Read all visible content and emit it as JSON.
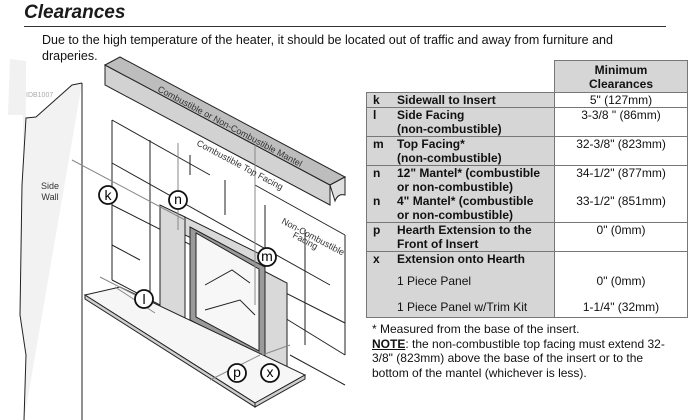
{
  "title": "Clearances",
  "intro": "Due to the high temperature of the heater, it should be located out of traffic and away from furniture and draperies.",
  "diagram": {
    "image_id_label": "IDB1007",
    "side_wall_label_line1": "Side",
    "side_wall_label_line2": "Wall",
    "mantel_label": "Combustible or Non-Combustible Mantel",
    "top_facing_label": "Combustible Top Facing",
    "noncomb_facing_line1": "Non-Combustible",
    "noncomb_facing_line2": "Facing",
    "callouts": {
      "k": "k",
      "n": "n",
      "m": "m",
      "l": "l",
      "p": "p",
      "x": "x"
    }
  },
  "table": {
    "header_line1": "Minimum",
    "header_line2": "Clearances",
    "rows": [
      {
        "letter": "k",
        "label": [
          "Sidewall to Insert"
        ],
        "value": [
          "5\" (127mm)"
        ]
      },
      {
        "letter": "l",
        "label": [
          "Side Facing",
          "(non-combustible)"
        ],
        "value": [
          "3-3/8 \" (86mm)"
        ]
      },
      {
        "letter": "m",
        "label": [
          "Top Facing*",
          "(non-combustible)"
        ],
        "value": [
          "32-3/8\" (823mm)"
        ]
      },
      {
        "letter": "n",
        "label": [
          "12\" Mantel* (combustible",
          "or non-combustible)"
        ],
        "value": [
          "34-1/2\" (877mm)"
        ],
        "letter2": "n",
        "label2": [
          "4\" Mantel* (combustible",
          "or non-combustible)"
        ],
        "value2": [
          "33-1/2\" (851mm)"
        ]
      },
      {
        "letter": "p",
        "label": [
          "Hearth Extension to the",
          "Front of Insert"
        ],
        "value": [
          "0\" (0mm)"
        ]
      },
      {
        "letter": "x",
        "label": [
          "Extension onto Hearth"
        ],
        "sub": [
          {
            "label": "1 Piece Panel",
            "value": "0\" (0mm)"
          },
          {
            "label": "1 Piece Panel w/Trim Kit",
            "value": "1-1/4\" (32mm)"
          }
        ]
      }
    ]
  },
  "notes": {
    "footnote": "* Measured from the base of the insert.",
    "note_label": "NOTE",
    "note_text": ": the non-combustible top facing must extend 32-3/8\" (823mm) above the base of the insert or to the bottom of the mantel (whichever is less)."
  }
}
